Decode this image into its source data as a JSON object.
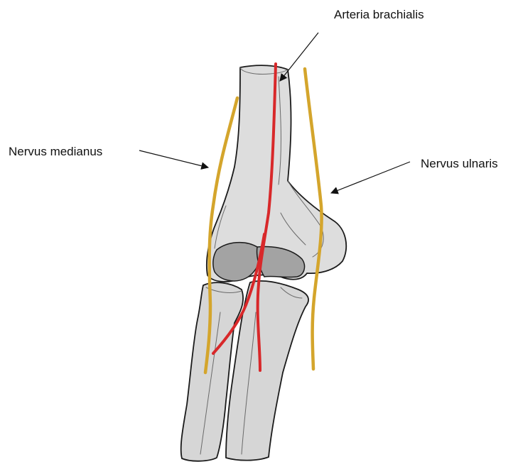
{
  "labels": {
    "arteria_brachialis": "Arteria brachialis",
    "nervus_medianus": "Nervus medianus",
    "nervus_ulnaris": "Nervus ulnaris"
  },
  "colors": {
    "background": "#ffffff",
    "bone_fill": "#d6d6d6",
    "bone_fill_light": "#e2e2e2",
    "cartilage": "#a3a3a3",
    "nerve": "#d4a52c",
    "artery": "#d8282a",
    "outline": "#1a1a1a"
  }
}
